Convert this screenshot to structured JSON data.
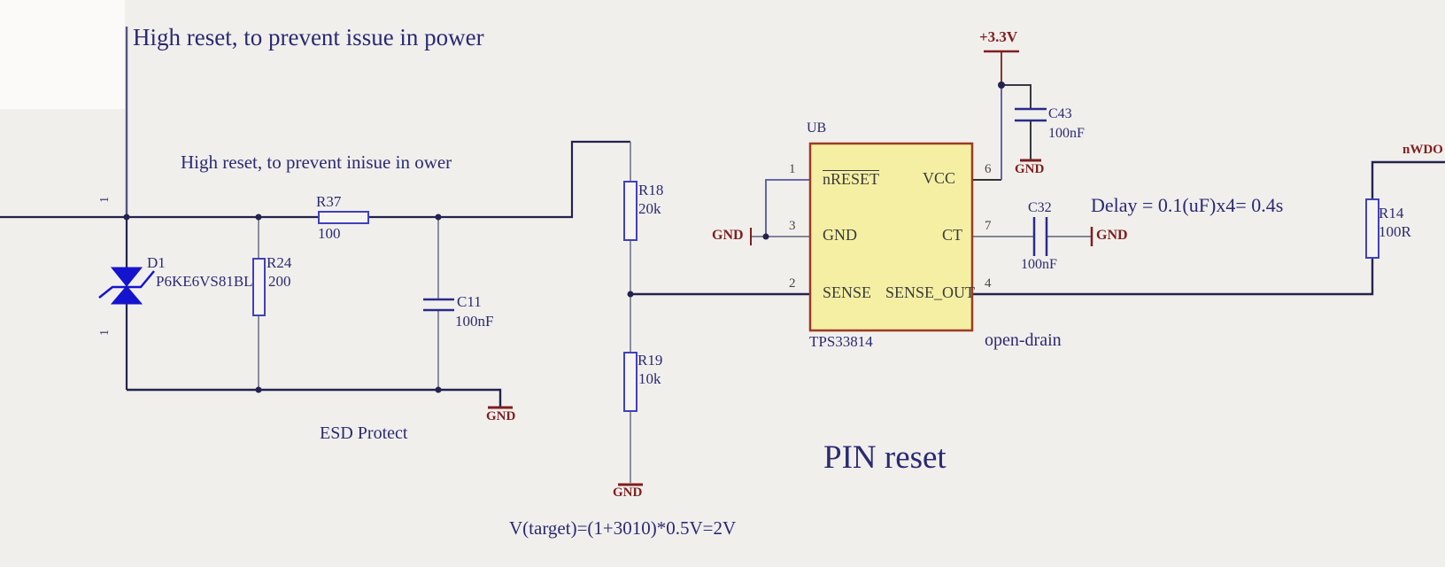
{
  "title": "PIN reset",
  "notes": {
    "top": "High reset, to prevent issue in power",
    "mid": "High reset, to prevent inisue in ower",
    "esd": "ESD Protect",
    "formula": "V(target)=(1+3010)*0.5V=2V",
    "delay": "Delay = 0.1(uF)x4= 0.4s",
    "open_drain": "open-drain"
  },
  "components": {
    "d1": {
      "ref": "D1",
      "value": "P6KE6VS81BL"
    },
    "r37": {
      "ref": "R37",
      "value": "100"
    },
    "r24": {
      "ref": "R24",
      "value": "200"
    },
    "c11": {
      "ref": "C11",
      "value": "100nF"
    },
    "r18": {
      "ref": "R18",
      "value": "20k"
    },
    "r19": {
      "ref": "R19",
      "value": "10k"
    },
    "r14": {
      "ref": "R14",
      "value": "100R"
    },
    "c32": {
      "ref": "C32",
      "value": "100nF"
    },
    "c43": {
      "ref": "C43",
      "value": "100nF"
    }
  },
  "ic": {
    "ref": "UB",
    "part": "TPS33814",
    "pins": {
      "p1": {
        "num": "1",
        "name": "nRESET"
      },
      "p3": {
        "num": "3",
        "name": "GND"
      },
      "p2": {
        "num": "2",
        "name": "SENSE"
      },
      "p6": {
        "num": "6",
        "name": "VCC"
      },
      "p7": {
        "num": "7",
        "name": "CT"
      },
      "p4": {
        "num": "4",
        "name": "SENSE_OUT"
      }
    }
  },
  "power": {
    "v33": "+3.3V",
    "gnd": "GND",
    "nwdo": "nWDO"
  },
  "diode_pin_marker": "1",
  "colors": {
    "background": "#f1efec",
    "wire_navy": "#23234d",
    "wire_gray": "#74748e",
    "wire_violet": "#5656a0",
    "text_navy": "#2a2a72",
    "power_red": "#7e1f1f",
    "ic_fill": "#f4efa3",
    "ic_border": "#9c3b24",
    "component_blue": "#4040bd",
    "diode_blue": "#1414cf"
  }
}
